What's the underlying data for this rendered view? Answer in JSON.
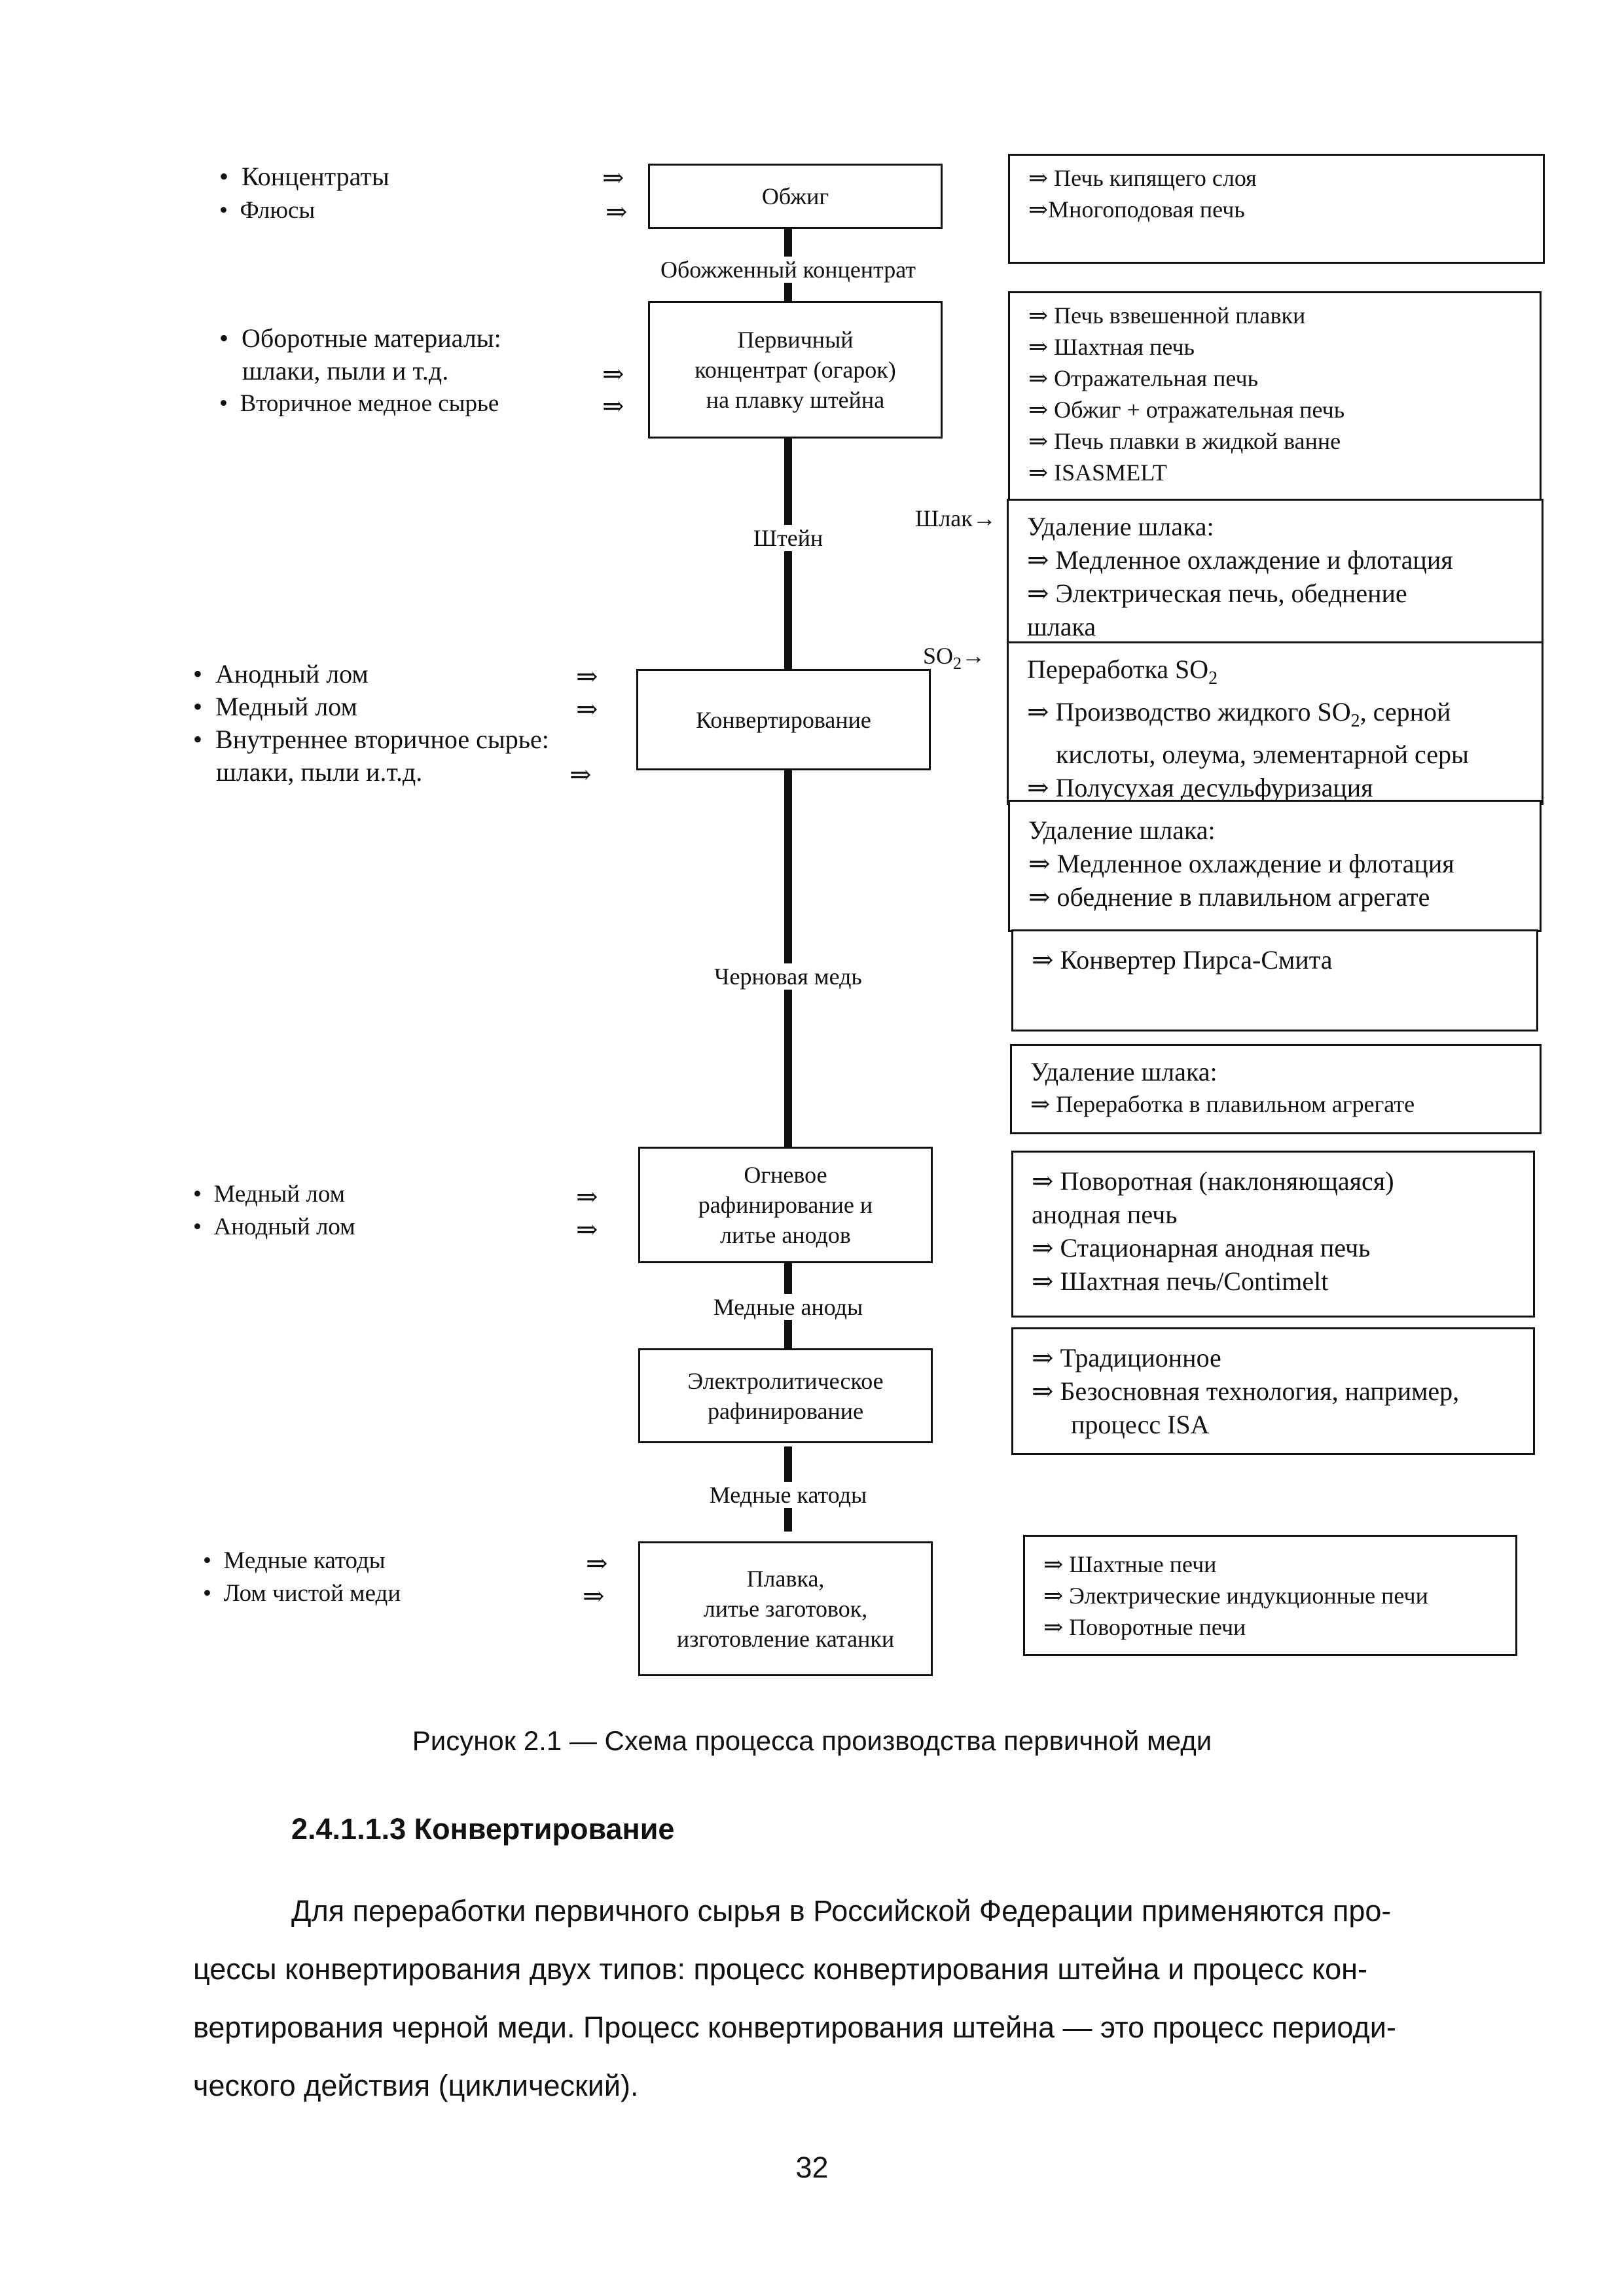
{
  "figure": {
    "process_boxes": [
      {
        "lines": [
          "Обжиг"
        ]
      },
      {
        "lines": [
          "Первичный",
          "концентрат (огарок)",
          "на плавку штейна"
        ]
      },
      {
        "lines": [
          "Конвертирование"
        ]
      },
      {
        "lines": [
          "Огневое",
          "рафинирование и",
          "литье анодов"
        ]
      },
      {
        "lines": [
          "Электролитическое",
          "рафинирование"
        ]
      },
      {
        "lines": [
          "Плавка,",
          "литье заготовок,",
          "изготовление катанки"
        ]
      }
    ],
    "intermediates": [
      "Обожженный концентрат",
      "Штейн",
      "Черновая медь",
      "Медные аноды",
      "Медные катоды"
    ],
    "inputs": [
      {
        "items": [
          "Концентраты",
          "Флюсы"
        ]
      },
      {
        "items": [
          "Оборотные материалы:",
          "шлаки, пыли и т.д.",
          "Вторичное медное сырье"
        ]
      },
      {
        "items": [
          "Анодный лом",
          "Медный лом",
          "Внутреннее вторичное сырье:",
          "шлаки, пыли и.т.д."
        ]
      },
      {
        "items": [
          "Медный лом",
          "Анодный лом"
        ]
      },
      {
        "items": [
          "Медные катоды",
          "Лом чистой меди"
        ]
      }
    ],
    "arrow_glyph": "⇒",
    "right_arrow_glyph": "→",
    "side_labels": {
      "slag": "Шлак",
      "so2": "SO",
      "so2_sub": "2"
    },
    "equipment": [
      {
        "lines": [
          "⇒ Печь кипящего слоя",
          "⇒Многоподовая печь"
        ]
      },
      {
        "lines": [
          "⇒ Печь взвешенной плавки",
          "⇒ Шахтная печь",
          "⇒ Отражательная печь",
          "⇒ Обжиг + отражательная печь",
          "⇒ Печь плавки в жидкой ванне",
          "⇒ ISASMELT"
        ]
      },
      {
        "lines": [
          "Удаление шлака:",
          "⇒ Медленное охлаждение и флотация",
          "⇒ Электрическая печь, обеднение",
          "шлака"
        ]
      },
      {
        "title": "Переработка SO",
        "title_sub": "2",
        "l1a": "⇒ Производство жидкого SO",
        "l1_sub": "2",
        "l1b": ", серной",
        "l2": "кислоты, олеума, элементарной серы",
        "l3": "⇒ Полусухая десульфуризация"
      },
      {
        "lines": [
          "Удаление шлака:",
          "⇒ Медленное охлаждение и флотация",
          "⇒ обеднение в плавильном агрегате"
        ]
      },
      {
        "lines": [
          "⇒ Конвертер Пирса-Смита"
        ]
      },
      {
        "lines": [
          "Удаление шлака:",
          "⇒ Переработка в плавильном агрегате"
        ]
      },
      {
        "lines": [
          "⇒ Поворотная (наклоняющаяся)",
          "анодная печь",
          "⇒ Стационарная анодная печь",
          "⇒ Шахтная печь/Contimelt"
        ]
      },
      {
        "lines": [
          "⇒ Традиционное",
          "⇒ Безосновная технология, например,",
          "процесс ISA"
        ]
      },
      {
        "lines": [
          "⇒ Шахтные печи",
          "⇒ Электрические индукционные печи",
          "⇒ Поворотные печи"
        ]
      }
    ]
  },
  "caption": "Рисунок 2.1 — Схема процесса производства первичной меди",
  "heading": "2.4.1.1.3 Конвертирование",
  "paragraph_lines": [
    "Для переработки первичного сырья в Российской Федерации применяются про-",
    "цессы конвертирования двух типов: процесс конвертирования штейна и процесс кон-",
    "вертирования черной меди. Процесс конвертирования штейна — это процесс периоди-",
    "ческого действия (циклический)."
  ],
  "page_number": "32"
}
